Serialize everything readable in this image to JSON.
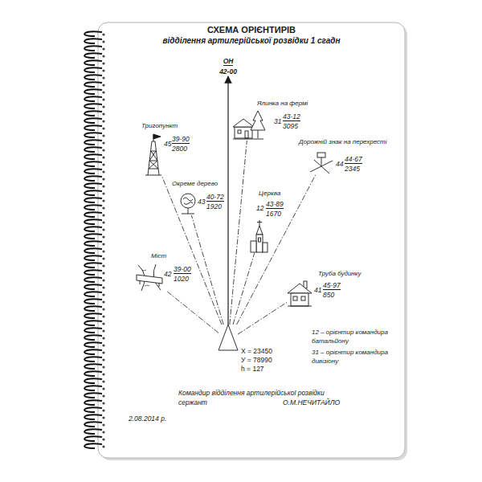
{
  "diagram": {
    "title": "СХЕМА ОРІЄНТИРІВ",
    "nodes": [
      {
        "text": [
          "ОН",
          "42-00"
        ]
      },
      {
        "text": [
          "Ялинка на фермі",
          "31",
          "43-12",
          "3095"
        ]
      },
      {
        "text": [
          "Тригопункт",
          "45",
          "39-90",
          "2800"
        ]
      },
      {
        "text": [
          "Дорожній знак на перехресті",
          "44",
          "44-67",
          "2345"
        ]
      },
      {
        "text": [
          "Окреме дерево",
          "43",
          "40-72",
          "1920"
        ]
      },
      {
        "text": [
          "Церква",
          "12",
          "43-89",
          "1670"
        ]
      },
      {
        "text": [
          "Міст",
          "42",
          "39-00",
          "1020"
        ]
      },
      {
        "text": [
          "Труба будинку",
          "41",
          "45-97",
          "850"
        ]
      },
      {
        "text": [
          "X = 23450",
          "У = 78990",
          "h = 127"
        ]
      }
    ],
    "edges": [
      {
        "from": 8,
        "to": 0,
        "arrow": "to"
      },
      {
        "from": 8,
        "to": 1,
        "arrow": "none"
      },
      {
        "from": 8,
        "to": 2,
        "arrow": "none"
      },
      {
        "from": 8,
        "to": 3,
        "arrow": "none"
      },
      {
        "from": 8,
        "to": 4,
        "arrow": "none"
      },
      {
        "from": 8,
        "to": 5,
        "arrow": "none"
      },
      {
        "from": 8,
        "to": 6,
        "arrow": "none"
      },
      {
        "from": 8,
        "to": 7,
        "arrow": "none"
      }
    ],
    "labels": [
      "відділення артилерійської розвідки 1 сгадн",
      "12 – орієнтир командира батальйону",
      "31 – орієнтир командира дивізіону",
      "Командир відділення артилерійської розвідки",
      "сержант",
      "О.М.НЕЧИТАЙЛО",
      "2.08.2014 р."
    ]
  }
}
